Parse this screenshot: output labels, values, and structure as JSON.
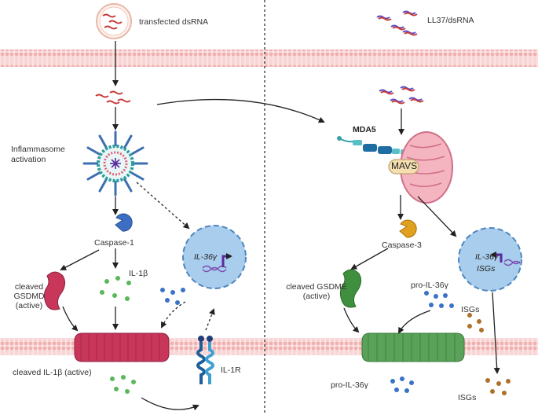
{
  "labels": {
    "transfected_dsrna": "transfected dsRNA",
    "ll37_dsrna": "LL37/dsRNA",
    "inflammasome_activation": "Inflammasome\nactivation",
    "mda5": "MDA5",
    "mavs": "MAVS",
    "caspase1": "Caspase-1",
    "caspase3": "Caspase-3",
    "il1b": "IL-1β",
    "cleaved_gsdmd": "cleaved GSDMD\n(active)",
    "cleaved_gsdme": "cleaved GSDME\n(active)",
    "il36g_left": "IL-36γ",
    "il36g_right": "IL-36γ",
    "isgs_nucleus": "ISGs",
    "pro_il36g_top": "pro-IL-36γ",
    "isgs_mid": "ISGs",
    "cleaved_il1b": "cleaved IL-1β (active)",
    "il1r": "IL-1R",
    "pro_il36g_bottom": "pro-IL-36γ",
    "isgs_bottom": "ISGs"
  },
  "colors": {
    "membrane": "#f2b8b8",
    "caspase1": "#3c6fc4",
    "caspase3": "#e0a020",
    "gsdmd": "#c8375a",
    "gsdme": "#3f8f3f",
    "pore_red": "#c8375a",
    "pore_green": "#5aa25a",
    "nucleus": "#a9cdec",
    "dna_arrow": "#5a2aa0",
    "mito": "#f0a8b4",
    "mavs": "#f5deb0",
    "dots_green": "#5ab85a",
    "dots_blue": "#3a72c8",
    "dots_brown": "#b0702a"
  }
}
